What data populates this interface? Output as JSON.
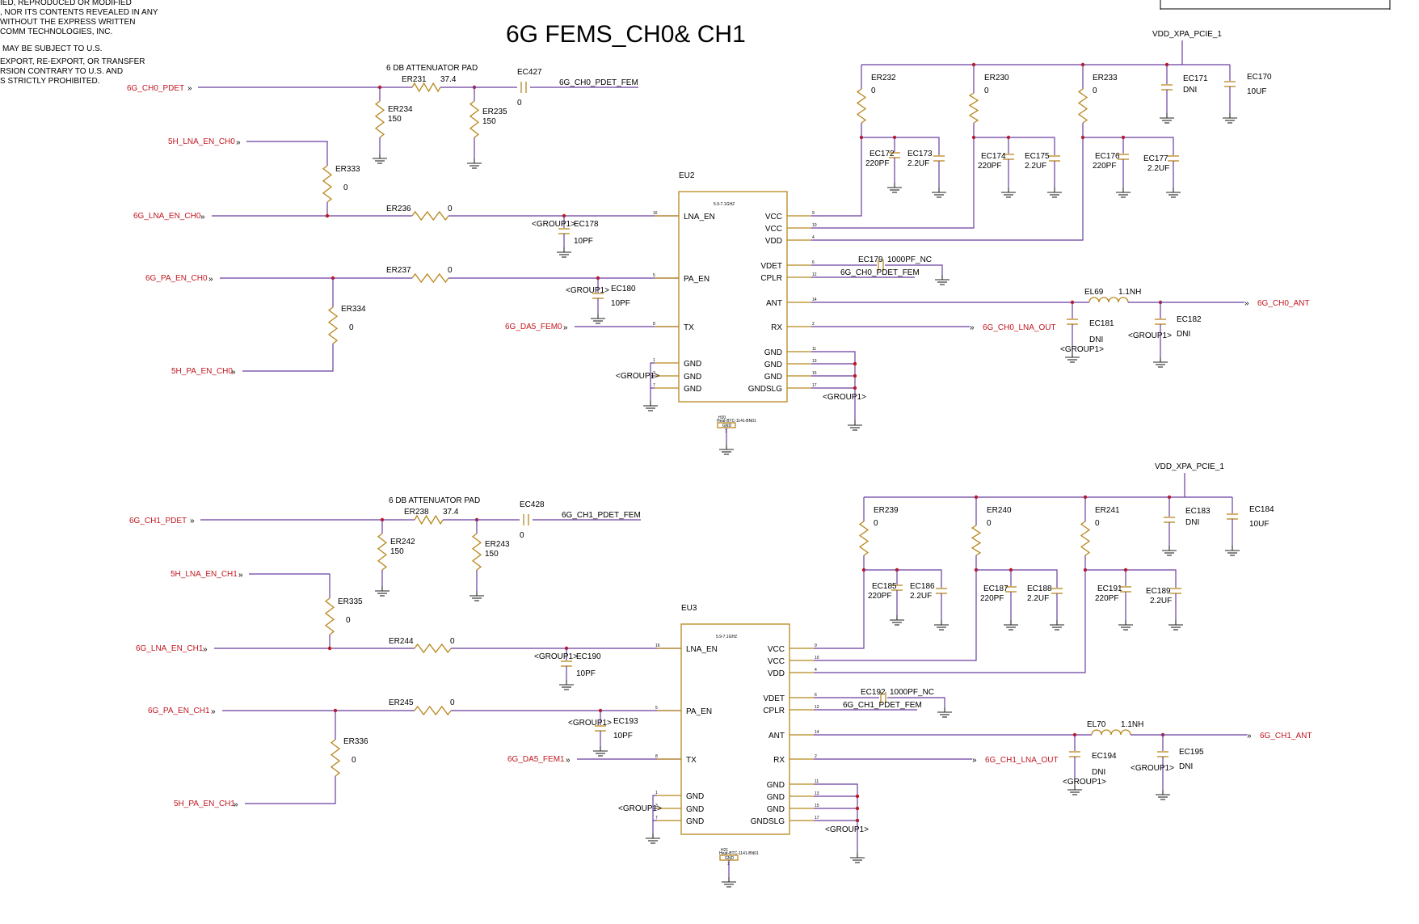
{
  "title": "6G FEMS_CH0& CH1",
  "notice": [
    "IED, REPRODUCED OR MODIFIED",
    ", NOR ITS CONTENTS REVEALED IN ANY",
    "WITHOUT THE EXPRESS WRITTEN",
    "COMM TECHNOLOGIES, INC.",
    "MAY BE SUBJECT TO U.S.",
    "EXPORT, RE-EXPORT, OR TRANSFER",
    "RSION CONTRARY TO U.S. AND",
    "S STRICTLY PROHIBITED."
  ],
  "power_rail": "VDD_XPA_PCIE_1",
  "atten_label": "6 DB ATTENUATOR PAD",
  "group": "<GROUP1>",
  "ch0": {
    "pdet_in": "6G_CH0_PDET",
    "pdet_fem": "6G_CH0_PDET_FEM",
    "lna5": "5H_LNA_EN_CH0",
    "lna6": "6G_LNA_EN_CH0",
    "pa6": "6G_PA_EN_CH0",
    "pa5": "5H_PA_EN_CH0",
    "da5": "6G_DA5_FEM0",
    "lna_out": "6G_CH0_LNA_OUT",
    "ant": "6G_CH0_ANT",
    "chip": "EU2",
    "chip_part": "5.9-7.1GHZ",
    "heatsink": "H20",
    "heatsink_part": "Heat-BTC-1141-BN01",
    "r_series": {
      "ref": "ER231",
      "val": "37.4"
    },
    "r_shunt1": {
      "ref": "ER234",
      "val": "150"
    },
    "r_shunt2": {
      "ref": "ER235",
      "val": "150"
    },
    "c_dc": {
      "ref": "EC427",
      "val": "0"
    },
    "r_lna_link": {
      "ref": "ER333",
      "val": "0"
    },
    "r_lna": {
      "ref": "ER236",
      "val": "0"
    },
    "c_lna": {
      "ref": "EC178",
      "val": "10PF"
    },
    "r_pa": {
      "ref": "ER237",
      "val": "0"
    },
    "c_pa": {
      "ref": "EC180",
      "val": "10PF"
    },
    "r_pa_link": {
      "ref": "ER334",
      "val": "0"
    },
    "r_vcc1": {
      "ref": "ER232",
      "val": "0"
    },
    "r_vcc2": {
      "ref": "ER230",
      "val": "0"
    },
    "r_vdd": {
      "ref": "ER233",
      "val": "0"
    },
    "c_bulk1": {
      "ref": "EC171",
      "val": "DNI"
    },
    "c_bulk2": {
      "ref": "EC170",
      "val": "10UF"
    },
    "c1a": {
      "ref": "EC172",
      "val": "220PF"
    },
    "c1b": {
      "ref": "EC173",
      "val": "2.2UF"
    },
    "c2a": {
      "ref": "EC174",
      "val": "220PF"
    },
    "c2b": {
      "ref": "EC175",
      "val": "2.2UF"
    },
    "c3a": {
      "ref": "EC176",
      "val": "220PF"
    },
    "c3b": {
      "ref": "EC177",
      "val": "2.2UF"
    },
    "c_vdet": {
      "ref": "EC179",
      "val": "1000PF_NC"
    },
    "l_ant": {
      "ref": "EL69",
      "val": "1.1NH"
    },
    "c_ant1": {
      "ref": "EC181",
      "val": "DNI"
    },
    "c_ant2": {
      "ref": "EC182",
      "val": "DNI"
    }
  },
  "ch1": {
    "pdet_in": "6G_CH1_PDET",
    "pdet_fem": "6G_CH1_PDET_FEM",
    "lna5": "5H_LNA_EN_CH1",
    "lna6": "6G_LNA_EN_CH1",
    "pa6": "6G_PA_EN_CH1",
    "pa5": "5H_PA_EN_CH1",
    "da5": "6G_DA5_FEM1",
    "lna_out": "6G_CH1_LNA_OUT",
    "ant": "6G_CH1_ANT",
    "chip": "EU3",
    "chip_part": "5.9-7.1GHZ",
    "heatsink": "H21",
    "heatsink_part": "Heat-BTC-1141-BN01",
    "r_series": {
      "ref": "ER238",
      "val": "37.4"
    },
    "r_shunt1": {
      "ref": "ER242",
      "val": "150"
    },
    "r_shunt2": {
      "ref": "ER243",
      "val": "150"
    },
    "c_dc": {
      "ref": "EC428",
      "val": "0"
    },
    "r_lna_link": {
      "ref": "ER335",
      "val": "0"
    },
    "r_lna": {
      "ref": "ER244",
      "val": "0"
    },
    "c_lna": {
      "ref": "EC190",
      "val": "10PF"
    },
    "r_pa": {
      "ref": "ER245",
      "val": "0"
    },
    "c_pa": {
      "ref": "EC193",
      "val": "10PF"
    },
    "r_pa_link": {
      "ref": "ER336",
      "val": "0"
    },
    "r_vcc1": {
      "ref": "ER239",
      "val": "0"
    },
    "r_vcc2": {
      "ref": "ER240",
      "val": "0"
    },
    "r_vdd": {
      "ref": "ER241",
      "val": "0"
    },
    "c_bulk1": {
      "ref": "EC183",
      "val": "DNI"
    },
    "c_bulk2": {
      "ref": "EC184",
      "val": "10UF"
    },
    "c1a": {
      "ref": "EC185",
      "val": "220PF"
    },
    "c1b": {
      "ref": "EC186",
      "val": "2.2UF"
    },
    "c2a": {
      "ref": "EC187",
      "val": "220PF"
    },
    "c2b": {
      "ref": "EC188",
      "val": "2.2UF"
    },
    "c3a": {
      "ref": "EC191",
      "val": "220PF"
    },
    "c3b": {
      "ref": "EC189",
      "val": "2.2UF"
    },
    "c_vdet": {
      "ref": "EC192",
      "val": "1000PF_NC"
    },
    "l_ant": {
      "ref": "EL70",
      "val": "1.1NH"
    },
    "c_ant1": {
      "ref": "EC194",
      "val": "DNI"
    },
    "c_ant2": {
      "ref": "EC195",
      "val": "DNI"
    }
  },
  "pins_left": [
    "LNA_EN",
    "PA_EN",
    "TX",
    "GND",
    "GND",
    "GND"
  ],
  "pins_right": [
    "VCC",
    "VCC",
    "VDD",
    "VDET",
    "CPLR",
    "ANT",
    "RX",
    "GND",
    "GND",
    "GND",
    "GNDSLG"
  ],
  "pin_nums_left": [
    "16",
    "5",
    "8",
    "1",
    "3",
    "7"
  ],
  "pin_nums_right": [
    "9",
    "10",
    "4",
    "6",
    "12",
    "14",
    "2",
    "11",
    "13",
    "15",
    "17"
  ],
  "heatsink_pin": "GND",
  "heatsink_pin_num": "1"
}
